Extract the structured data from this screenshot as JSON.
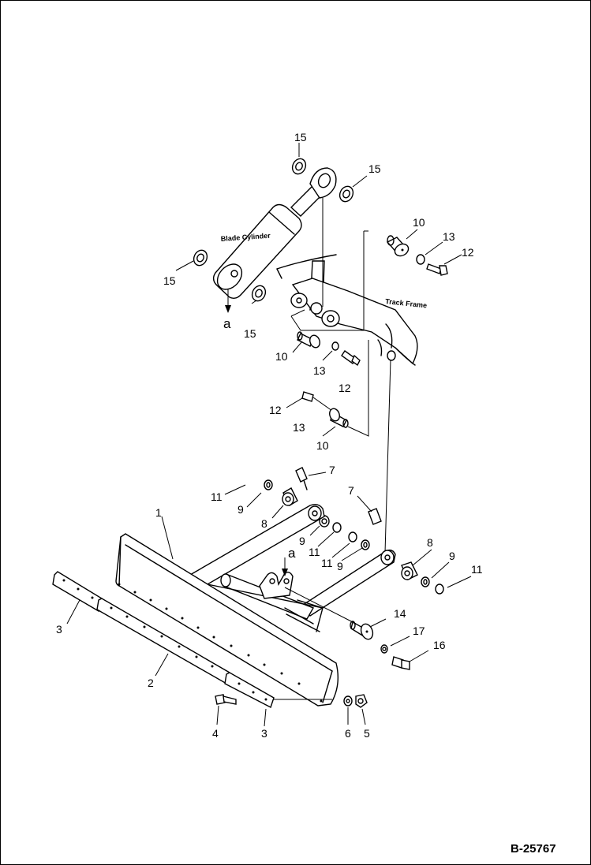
{
  "drawing": {
    "code": "B-25767",
    "labels": {
      "blade_cylinder": "Blade Cylinder",
      "track_frame": "Track Frame"
    },
    "view_marker": "a",
    "callouts": {
      "c1": "1",
      "c2": "2",
      "c3a": "3",
      "c3b": "3",
      "c4": "4",
      "c5": "5",
      "c6": "6",
      "c7a": "7",
      "c7b": "7",
      "c8a": "8",
      "c8b": "8",
      "c9a": "9",
      "c9b": "9",
      "c9c": "9",
      "c9d": "9",
      "c10a": "10",
      "c10b": "10",
      "c10c": "10",
      "c11a": "11",
      "c11b": "11",
      "c11c": "11",
      "c11d": "11",
      "c12a": "12",
      "c12b": "12",
      "c12c": "12",
      "c13a": "13",
      "c13b": "13",
      "c13c": "13",
      "c14": "14",
      "c15a": "15",
      "c15b": "15",
      "c15c": "15",
      "c15d": "15",
      "c16": "16",
      "c17": "17"
    }
  }
}
